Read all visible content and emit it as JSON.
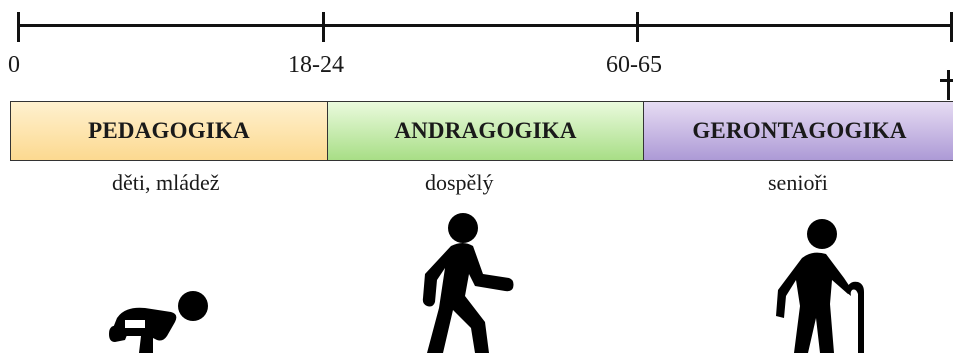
{
  "timeline": {
    "ticks": [
      "0",
      "18-24",
      "60-65"
    ]
  },
  "stages": [
    {
      "name": "PEDAGOGIKA",
      "group": "děti, mládež"
    },
    {
      "name": "ANDRAGOGIKA",
      "group": "dospělý"
    },
    {
      "name": "GERONTAGOGIKA",
      "group": "senioři"
    }
  ],
  "icons": [
    "crawling-baby-icon",
    "walking-person-icon",
    "elderly-person-cane-icon"
  ],
  "colors": {
    "pedagogika": "#fcd990",
    "andragogika": "#a8de86",
    "gerontagogika": "#ad9ad6"
  }
}
